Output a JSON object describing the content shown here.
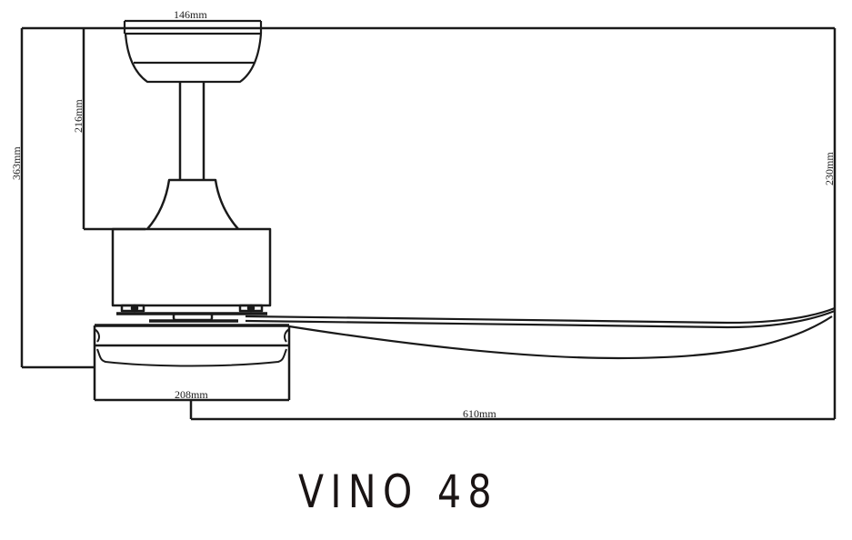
{
  "diagram": {
    "type": "technical-dimension-drawing",
    "subject": "ceiling fan side elevation",
    "model_title": "VINO 48",
    "line_color": "#1a1a1a",
    "background": "#ffffff",
    "dimensions": {
      "canopy_width": "146mm",
      "canopy_to_motor_height": "216mm",
      "overall_height": "363mm",
      "blade_tip_height": "230mm",
      "light_kit_width": "208mm",
      "blade_reach": "610mm"
    },
    "components": [
      "ceiling-canopy",
      "downrod",
      "motor-collar",
      "motor-housing",
      "blade-bracket",
      "light-kit",
      "blade"
    ]
  }
}
